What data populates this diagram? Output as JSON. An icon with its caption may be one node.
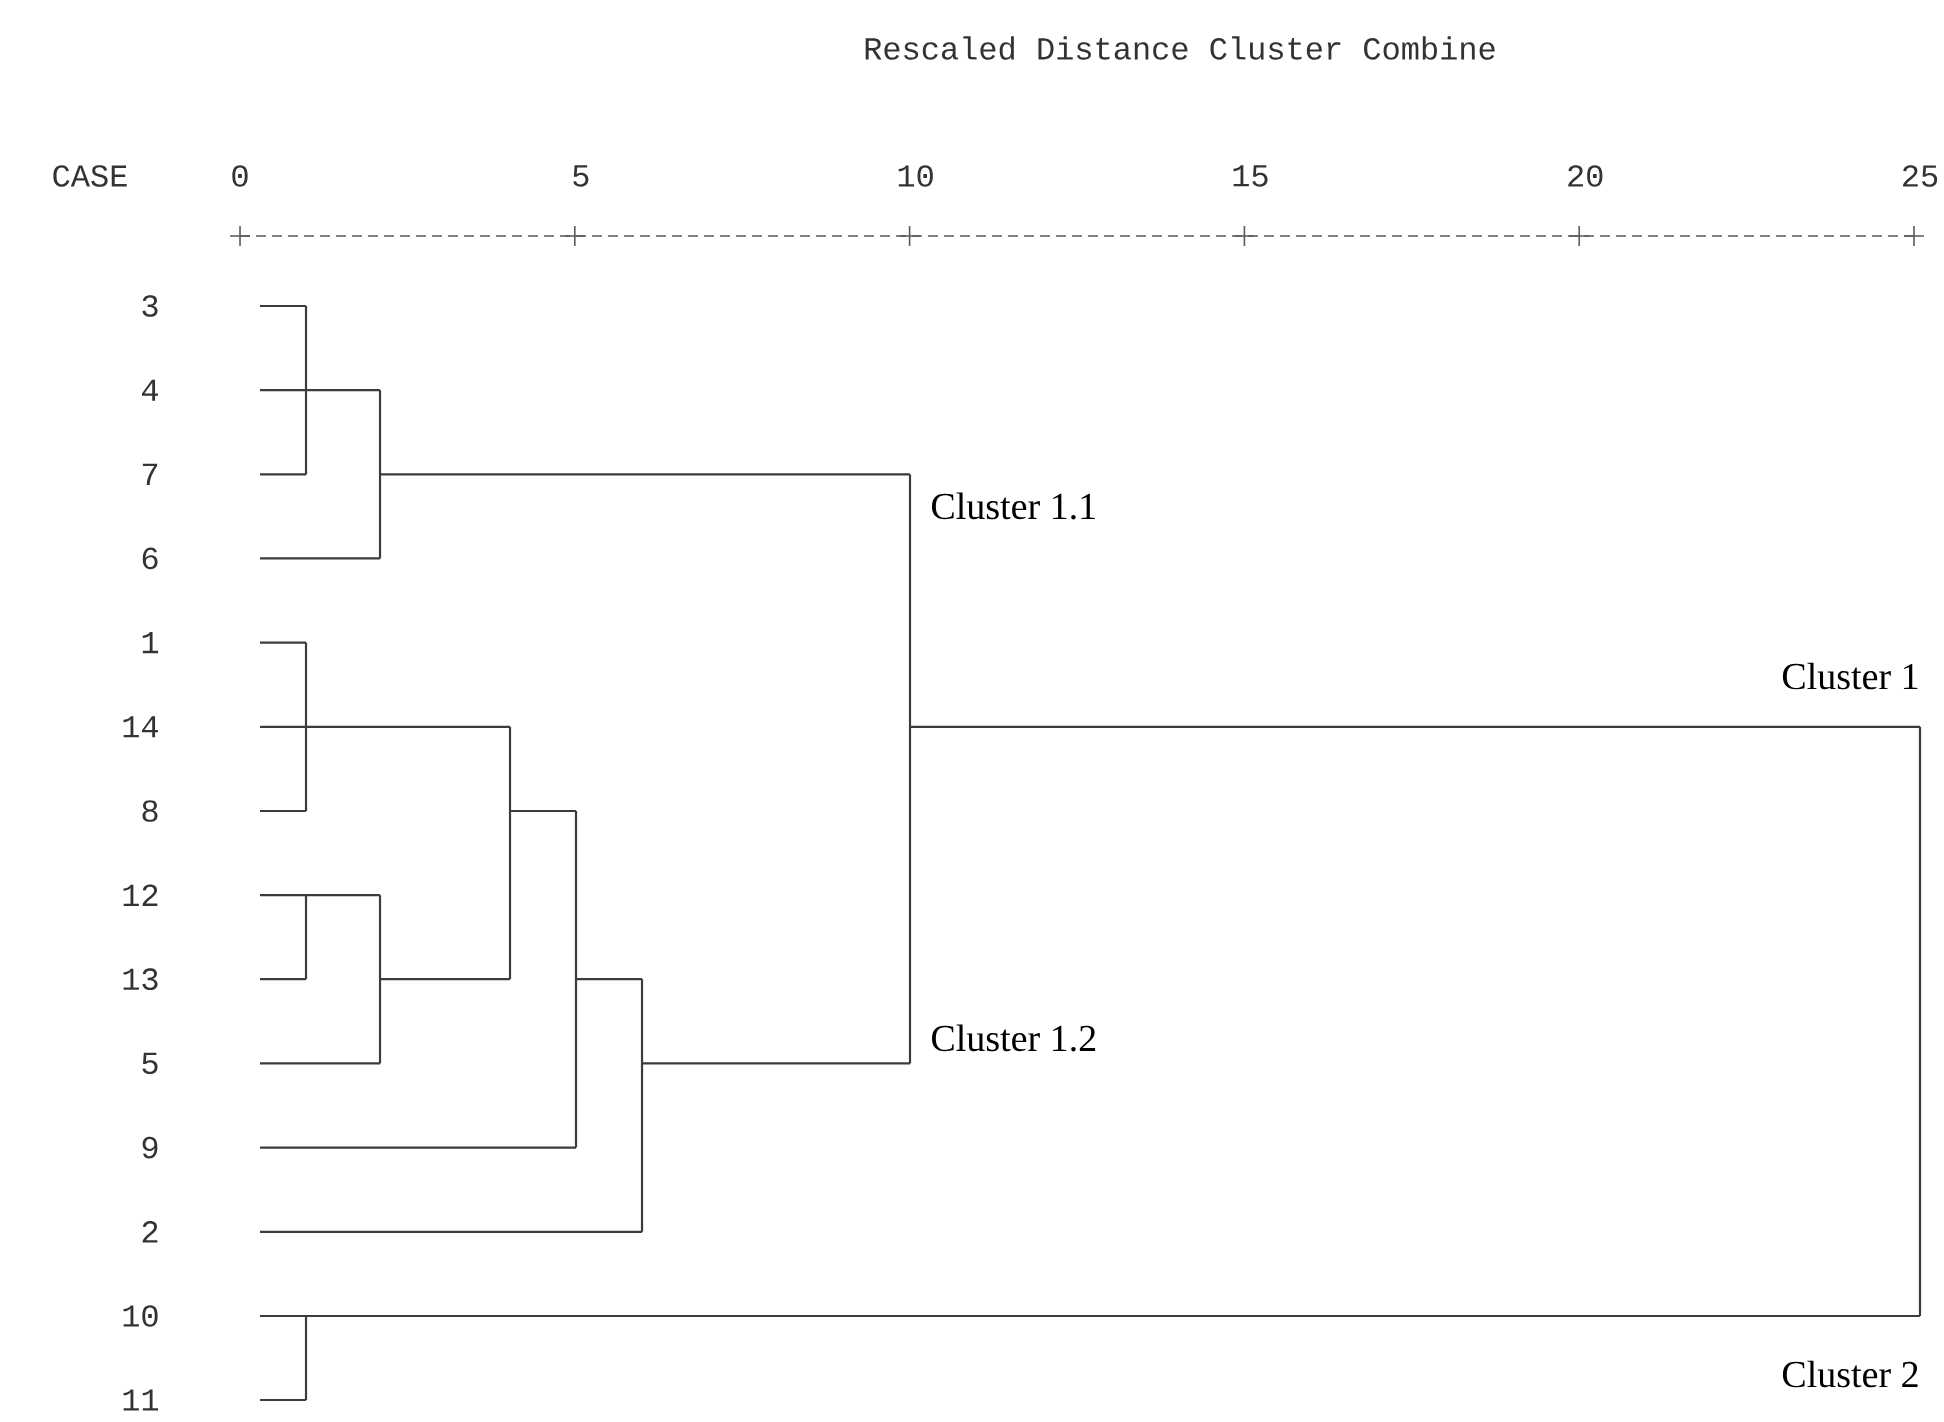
{
  "diagram": {
    "title": "Rescaled Distance Cluster Combine",
    "labels": [
      "CASE",
      "0",
      "5",
      "10",
      "15",
      "20",
      "25",
      "3",
      "4",
      "7",
      "6",
      "1",
      "14",
      "8",
      "12",
      "13",
      "5",
      "9",
      "2",
      "10",
      "11",
      "Cluster 1.1",
      "Cluster 1",
      "Cluster 1.2",
      "Cluster 2"
    ]
  }
}
